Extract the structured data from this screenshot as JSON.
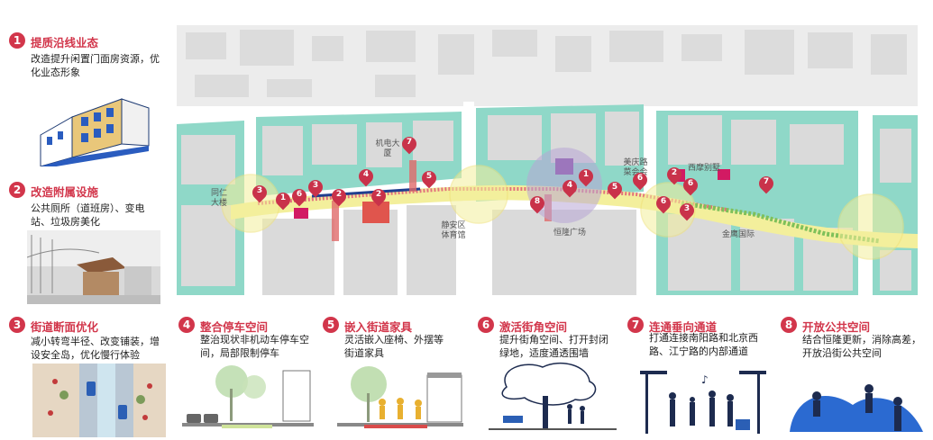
{
  "colors": {
    "accent": "#d2364b",
    "street_green": "#8fd8c8",
    "building_gray": "#e2e2e2",
    "node_yellow": "#f3ef9c"
  },
  "panels": [
    {
      "num": "1",
      "title": "提质沿线业态",
      "desc": "改造提升闲置门面房资源，优化业态形象"
    },
    {
      "num": "2",
      "title": "改造附属设施",
      "desc": "公共厕所（道班房）、变电站、垃圾房美化"
    },
    {
      "num": "3",
      "title": "街道断面优化",
      "desc": "减小转弯半径、改变铺装，增设安全岛，优化慢行体验"
    },
    {
      "num": "4",
      "title": "整合停车空间",
      "desc": "整治现状非机动车停车空间，局部限制停车"
    },
    {
      "num": "5",
      "title": "嵌入街道家具",
      "desc": "灵活嵌入座椅、外摆等街道家具"
    },
    {
      "num": "6",
      "title": "激活街角空间",
      "desc": "提升街角空间、打开封闭绿地，适度通透围墙"
    },
    {
      "num": "7",
      "title": "连通垂向通道",
      "desc": "打通连接南阳路和北京西路、江宁路的内部通道"
    },
    {
      "num": "8",
      "title": "开放公共空间",
      "desc": "结合恒隆更新，消除高差，开放沿街公共空间"
    }
  ],
  "map": {
    "labels": [
      "机电大厦",
      "同仁大楼",
      "静安区体育馆",
      "恒隆广场",
      "美庆路菜会会",
      "西摩别墅",
      "金鹰国际"
    ]
  }
}
